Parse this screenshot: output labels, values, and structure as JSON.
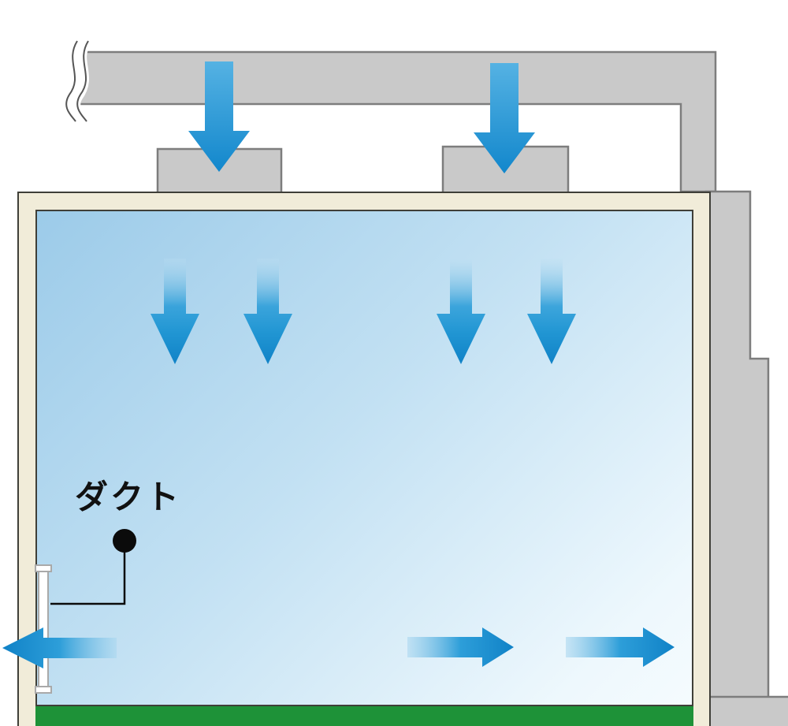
{
  "diagram": {
    "type": "ventilation-airflow-diagram",
    "labels": {
      "duct": "ダクト"
    },
    "colors": {
      "arrow_blue": "#2d9ed9",
      "duct_gray": "#c9c9c9",
      "duct_stroke": "#7d7d7d",
      "wall_cream": "#f1ecd9",
      "wall_stroke": "#3f3f38",
      "floor_green": "#1e9238",
      "room_blue_top": "#9ccbe9",
      "room_blue_bottom": "#f7fcfe",
      "callout_black": "#0b0b0b"
    },
    "elements": {
      "supply_arrows_top_count": 2,
      "downflow_arrows_in_room_count": 4,
      "outflow_arrows_right_count": 2,
      "outflow_arrows_left_count": 1,
      "ceiling_diffusers_count": 2
    }
  }
}
